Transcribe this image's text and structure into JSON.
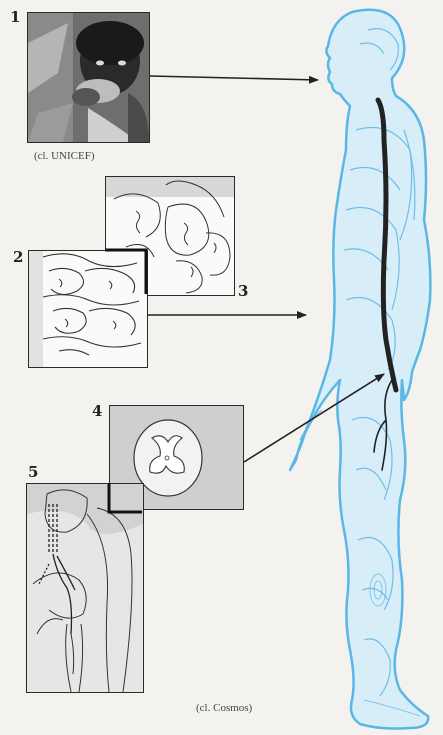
{
  "panels": [
    {
      "number": "1",
      "name": "photo-child-drinking",
      "description_hidden": false
    },
    {
      "number": "2",
      "name": "intestine-detail"
    },
    {
      "number": "3",
      "name": "intestine-overview"
    },
    {
      "number": "4",
      "name": "spinal-cord-cross-section"
    },
    {
      "number": "5",
      "name": "pelvic-nerve-detail"
    }
  ],
  "credits": {
    "photo": "(cl. UNICEF)",
    "figure": "(cl. Cosmos)"
  },
  "colors": {
    "body_outline": "#5bb6e6",
    "body_fill": "#d7eef9",
    "nerve": "#222222",
    "panel_gray": "#cfcfcf",
    "background": "#f4f2ee"
  }
}
